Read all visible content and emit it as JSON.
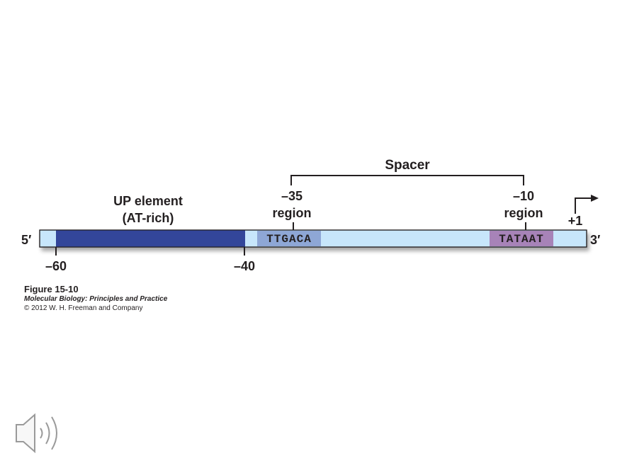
{
  "colors": {
    "dna_strand": "#c7e6fb",
    "up_element": "#33469a",
    "box_minus35": "#8ea7d6",
    "box_minus10": "#a783b8",
    "line": "#231f20",
    "speaker": "#9a9a9a"
  },
  "diagram": {
    "strand_left_label": "5′",
    "strand_right_label": "3′",
    "up_element_label_line1": "UP element",
    "up_element_label_line2": "(AT-rich)",
    "spacer_label": "Spacer",
    "minus35_label_line1": "–35",
    "minus35_label_line2": "region",
    "minus10_label_line1": "–10",
    "minus10_label_line2": "region",
    "minus35_sequence": "TTGACA",
    "minus10_sequence": "TATAAT",
    "tss_label": "+1",
    "pos_minus60": "–60",
    "pos_minus40": "–40"
  },
  "caption": {
    "figure": "Figure 15-10",
    "book": "Molecular Biology: Principles and Practice",
    "copyright": "© 2012 W. H. Freeman and Company"
  },
  "icons": {
    "speaker": "speaker-icon",
    "tss_arrow": "arrow-right-icon"
  }
}
